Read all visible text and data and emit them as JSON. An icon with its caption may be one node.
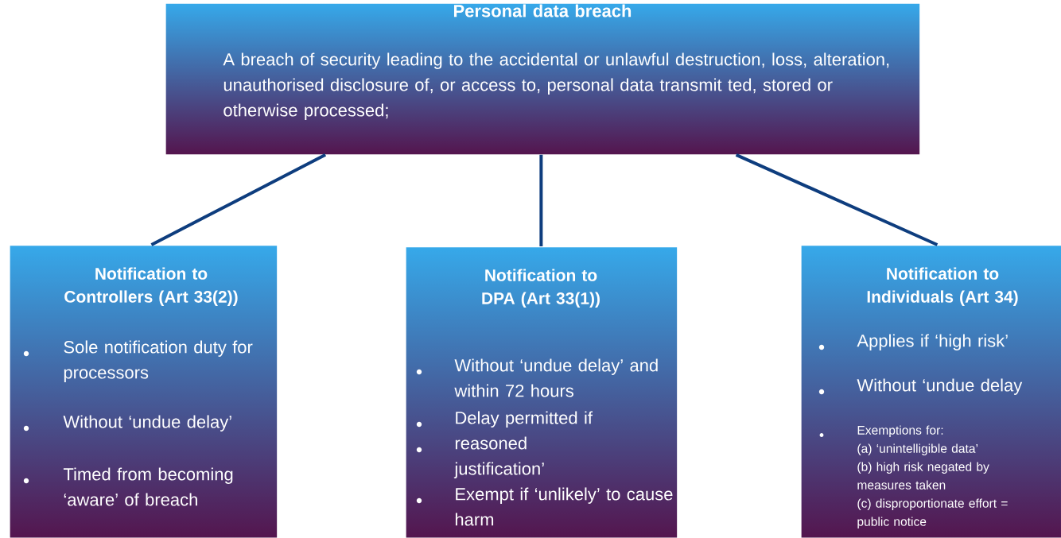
{
  "diagram": {
    "nodes": [
      {
        "text": [
          "Personal data breach",
          "A breach of security leading to the accidental or unlawful destruction, loss, alteration, unauthorised disclosure of, or access to, personal data transmit ted, stored or otherwise processed;"
        ]
      },
      {
        "text": [
          "Notification to Controllers (Art 33(2))",
          "Sole notification duty for processors",
          "Without ‘undue delay’",
          "Timed from becoming ‘aware’ of breach"
        ]
      },
      {
        "text": [
          "Notification to DPA (Art 33(1))",
          "Without ‘undue delay’ and within 72 hours",
          "Delay permitted if",
          "reasoned justification’",
          "Exempt if ‘unlikely’ to cause harm"
        ]
      },
      {
        "text": [
          "Notification to Individuals (Art 34)",
          "Applies if ‘high risk’",
          "Without ‘undue delay",
          "Exemptions for:",
          "(a) ‘unintelligible data’",
          "(b) high risk negated by measures taken",
          "(c) disproportionate effort = public notice"
        ]
      }
    ],
    "edges": [
      {
        "from": 0,
        "to": 1,
        "arrow": "none"
      },
      {
        "from": 0,
        "to": 2,
        "arrow": "none"
      },
      {
        "from": 0,
        "to": 3,
        "arrow": "none"
      }
    ]
  }
}
